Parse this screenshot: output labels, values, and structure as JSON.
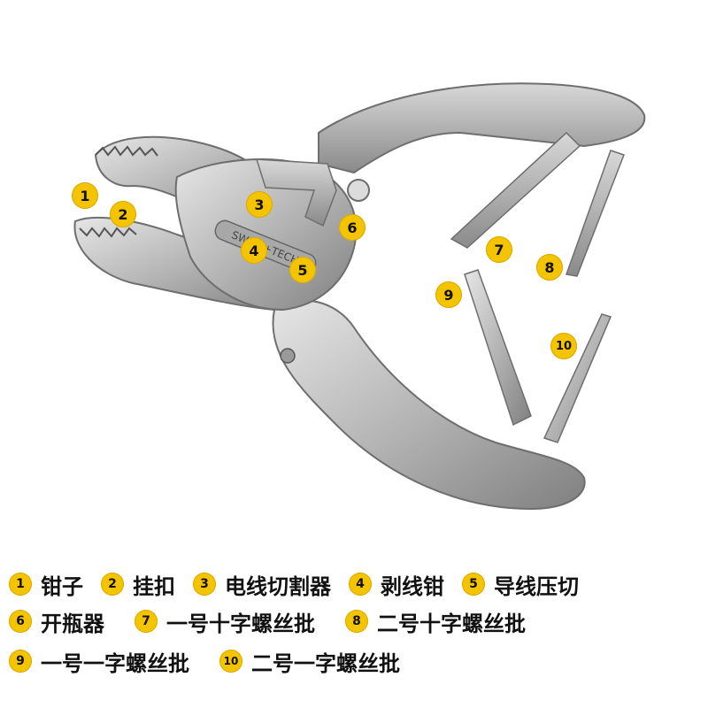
{
  "callouts": [
    "1",
    "2",
    "3",
    "4",
    "5",
    "6",
    "7",
    "8",
    "9",
    "10"
  ],
  "brand_text": "SWISS+TECH",
  "legend": [
    {
      "num": "1",
      "label": "钳子"
    },
    {
      "num": "2",
      "label": "挂扣"
    },
    {
      "num": "3",
      "label": "电线切割器"
    },
    {
      "num": "4",
      "label": "剥线钳"
    },
    {
      "num": "5",
      "label": "导线压切"
    },
    {
      "num": "6",
      "label": "开瓶器"
    },
    {
      "num": "7",
      "label": "一号十字螺丝批"
    },
    {
      "num": "8",
      "label": "二号十字螺丝批"
    },
    {
      "num": "9",
      "label": "一号一字螺丝批"
    },
    {
      "num": "10",
      "label": "二号一字螺丝批"
    }
  ],
  "colors": {
    "badge": "#f5c400",
    "metal": "#b8b8b8",
    "metal_dark": "#7e7e7e"
  }
}
